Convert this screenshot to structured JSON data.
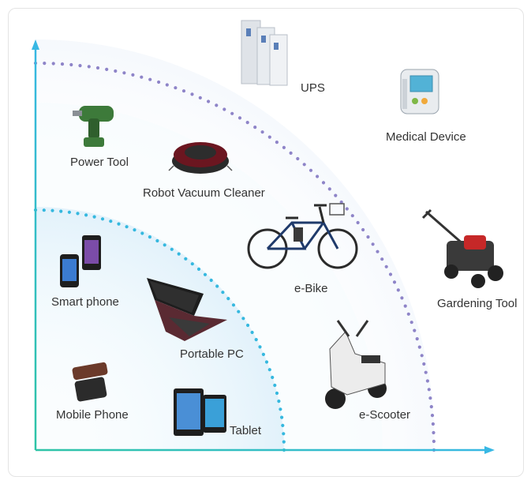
{
  "colors": {
    "axis_start": "#2ec4a6",
    "axis_end": "#36b6e6",
    "inner_arc_dots": "#35b8df",
    "outer_arc_dots": "#8e84c8",
    "inner_region_fill": "#e6f4fb",
    "label_text": "#333333"
  },
  "items": {
    "ups": "UPS",
    "medical_device": "Medical Device",
    "power_tool": "Power Tool",
    "robot_vacuum_cleaner": "Robot Vacuum Cleaner",
    "e_bike": "e-Bike",
    "gardening_tool": "Gardening Tool",
    "smart_phone": "Smart phone",
    "portable_pc": "Portable PC",
    "mobile_phone": "Mobile Phone",
    "tablet": "Tablet",
    "e_scooter": "e-Scooter"
  },
  "icons": {
    "ups": "ups-cabinet-icon",
    "medical_device": "infusion-pump-icon",
    "power_tool": "drill-icon",
    "robot_vacuum_cleaner": "robot-vacuum-icon",
    "e_bike": "bicycle-icon",
    "gardening_tool": "lawn-mower-icon",
    "smart_phone": "smartphone-icon",
    "portable_pc": "laptop-icon",
    "mobile_phone": "flip-phone-icon",
    "tablet": "tablet-icon",
    "e_scooter": "scooter-icon"
  }
}
